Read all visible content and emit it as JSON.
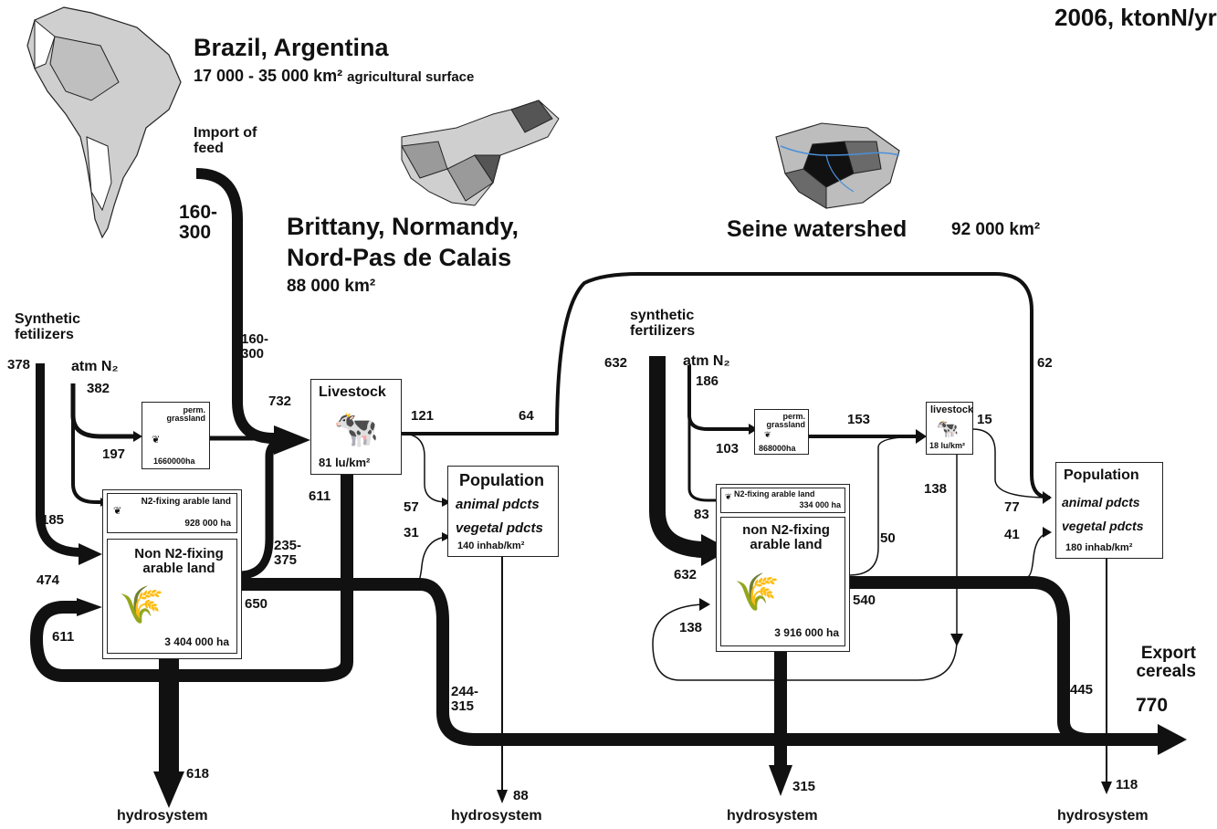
{
  "header": {
    "year_unit": "2006, ktonN/yr"
  },
  "brazil": {
    "title": "Brazil, Argentina",
    "surface_value": "17 000 - 35 000 km²",
    "surface_label": "agricultural surface"
  },
  "import_feed": {
    "label": "Import of feed",
    "value_top": "160-\n300",
    "value_mid": "160-\n300"
  },
  "brittany": {
    "title_line1": "Brittany, Normandy,",
    "title_line2": "Nord-Pas de Calais",
    "area": "88 000 km²",
    "synthetic_label": "Synthetic fetilizers",
    "synthetic_value": "378",
    "atm_label": "atm N₂",
    "atm_value": "382",
    "grass_value": "197",
    "nfix_value": "185",
    "nonfix_in_value": "474",
    "recycle_value": "611",
    "livestock_in_value": "732",
    "livestock_out_value": "121",
    "to_seine_value": "64",
    "manure_value": "611",
    "animal_value": "57",
    "vegetal_value": "31",
    "feed_local_value": "235-\n375",
    "crop_out_value": "650",
    "export_value": "244-\n315",
    "hydro_value": "618",
    "hydro_pop_value": "88",
    "perm_grassland_title": "perm. grassland",
    "perm_grassland_area": "1660000ha",
    "livestock_title": "Livestock",
    "livestock_density": "81 lu/km²",
    "nfix_title": "N2-fixing arable land",
    "nfix_area": "928 000 ha",
    "nonfix_title": "Non N2-fixing arable land",
    "nonfix_area": "3 404 000 ha",
    "population_title": "Population",
    "population_animal": "animal pdcts",
    "population_vegetal": "vegetal pdcts",
    "population_density": "140 inhab/km²",
    "hydro_label_1": "hydrosystem",
    "hydro_label_2": "hydrosystem"
  },
  "seine": {
    "title": "Seine watershed",
    "area": "92 000 km²",
    "synthetic_label": "synthetic fertilizers",
    "synthetic_value": "632",
    "synthetic_in_value": "632",
    "atm_label": "atm N₂",
    "atm_value": "186",
    "grass_value": "103",
    "nfix_value": "83",
    "grass_to_livestock_value": "153",
    "livestock_to_pop_value": "15",
    "from_brittany_value": "62",
    "livestock_manure_value": "138",
    "feed_value": "50",
    "animal_value": "77",
    "vegetal_value": "41",
    "crop_out_value": "540",
    "recycle_value": "138",
    "export_value": "445",
    "hydro_value": "315",
    "hydro_pop_value": "118",
    "perm_grassland_title": "perm. grassland",
    "perm_grassland_area": "868000ha",
    "livestock_title": "livestock",
    "livestock_density": "18 lu/km²",
    "nfix_title": "N2-fixing arable land",
    "nfix_area": "334 000 ha",
    "nonfix_title": "non N2-fixing arable land",
    "nonfix_area": "3 916 000 ha",
    "population_title": "Population",
    "population_animal": "animal pdcts",
    "population_vegetal": "vegetal pdcts",
    "population_density": "180 inhab/km²",
    "hydro_label_1": "hydrosystem",
    "hydro_label_2": "hydrosystem"
  },
  "export": {
    "label": "Export cereals",
    "value": "770"
  },
  "colors": {
    "flow": "#111111",
    "map_light": "#cfcfcf",
    "map_mid": "#9a9a9a",
    "map_dark": "#555555",
    "river": "#4a90d9"
  },
  "icons": [
    "south-america-map",
    "brittany-regions-map",
    "seine-watershed-map",
    "cow-icon",
    "wheat-icon",
    "grass-icon"
  ]
}
